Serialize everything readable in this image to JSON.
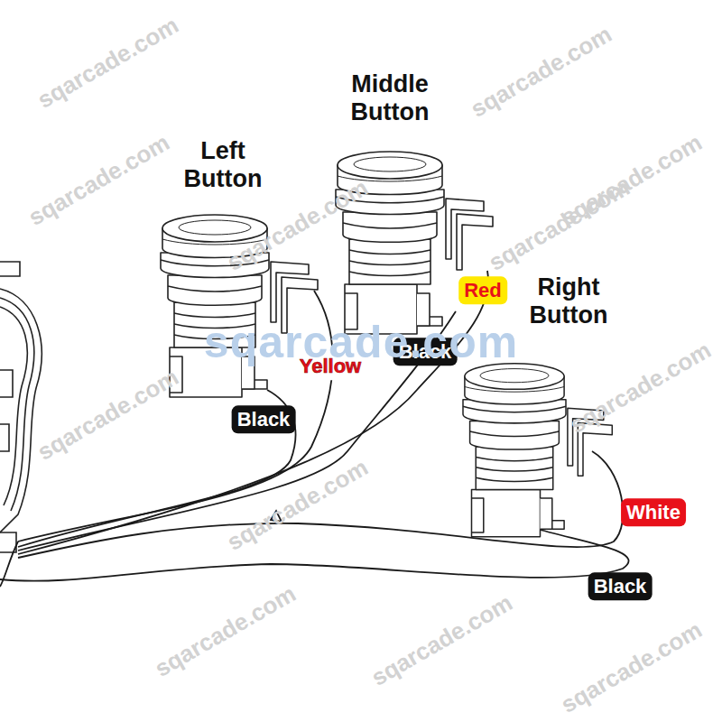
{
  "diagram": {
    "labels": [
      "Left Button",
      "Middle Button",
      "Right Button",
      "Red",
      "Yellow",
      "Black",
      "Black",
      "White",
      "Black",
      "sqarcade.com",
      "sqarcade.com",
      "sqarcade.com",
      "sqarcade.com",
      "sqarcade.com",
      "sqarcade.com",
      "sqarcade.com",
      "sqarcade.com",
      "sqarcade.com",
      "sqarcade.com",
      "sqarcade.com",
      "sqarcade.com",
      "sqarcade.com"
    ]
  }
}
